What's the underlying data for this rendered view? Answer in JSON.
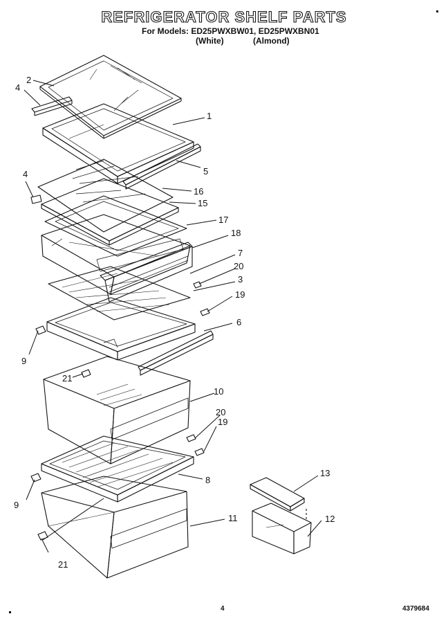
{
  "header": {
    "title": "REFRIGERATOR SHELF PARTS",
    "models_line": "For Models: ED25PWXBW01, ED25PWXBN01",
    "colors": [
      "(White)",
      "(Almond)"
    ]
  },
  "callouts": [
    "1",
    "2",
    "3",
    "4",
    "4",
    "5",
    "6",
    "7",
    "8",
    "9",
    "9",
    "10",
    "11",
    "12",
    "13",
    "15",
    "16",
    "17",
    "18",
    "19",
    "19",
    "20",
    "20",
    "21",
    "21"
  ],
  "footer": {
    "page_number": "4",
    "doc_number": "4379684"
  }
}
